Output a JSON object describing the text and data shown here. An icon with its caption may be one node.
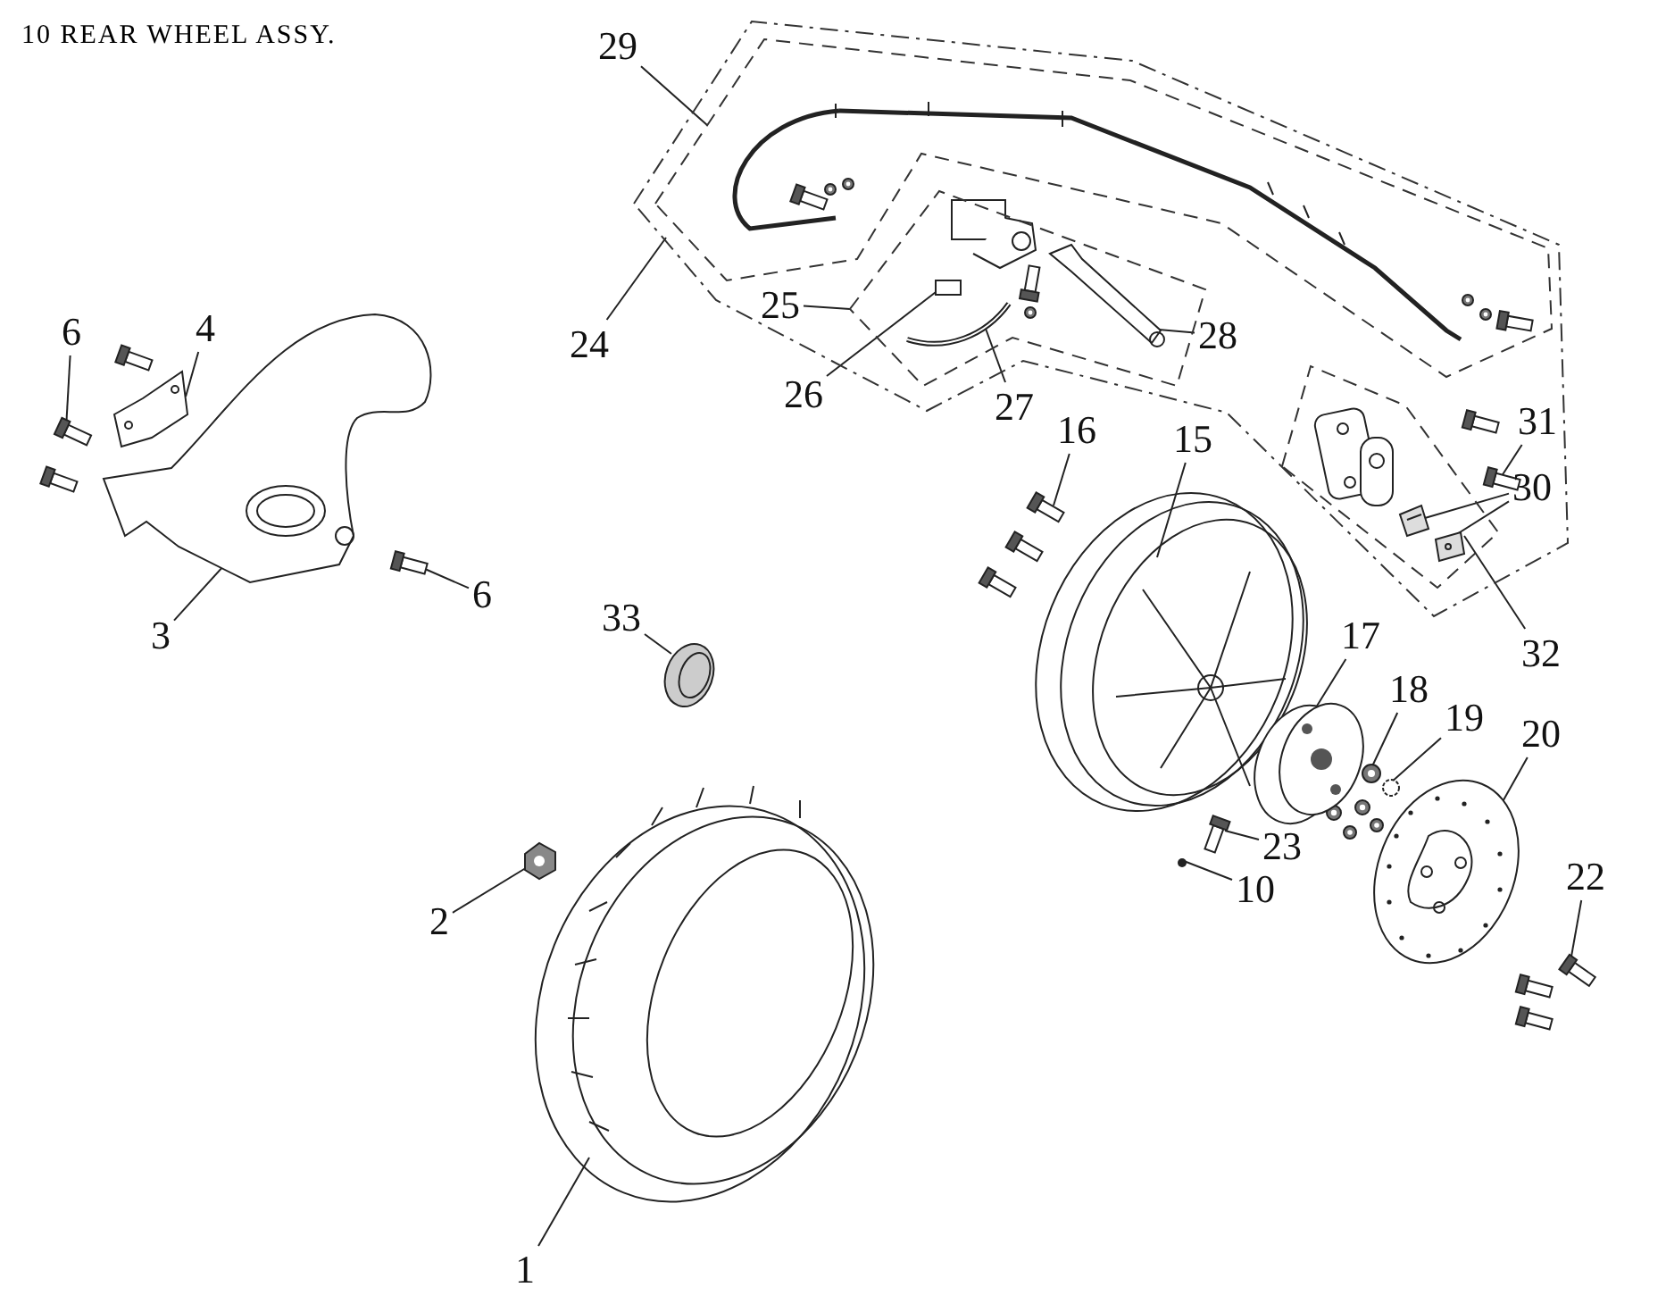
{
  "diagram": {
    "title": "10 REAR WHEEL ASSY.",
    "nodes": [
      {
        "text": [
          "1"
        ]
      },
      {
        "text": [],
        "shape": "picture"
      },
      {
        "text": [
          "2"
        ]
      },
      {
        "text": [],
        "shape": "picture"
      },
      {
        "text": [
          "3"
        ]
      },
      {
        "text": [],
        "shape": "picture"
      },
      {
        "text": [
          "4"
        ]
      },
      {
        "text": [],
        "shape": "picture"
      },
      {
        "text": [
          "6"
        ]
      },
      {
        "text": [],
        "shape": "box"
      },
      {
        "text": [
          "6"
        ]
      },
      {
        "text": [],
        "shape": "box"
      },
      {
        "text": [
          "33"
        ]
      },
      {
        "text": [],
        "shape": "picture"
      },
      {
        "text": [
          "24"
        ]
      },
      {
        "text": [],
        "shape": "box"
      },
      {
        "text": [
          "29"
        ]
      },
      {
        "text": [],
        "shape": "box",
        "in": 15
      },
      {
        "text": [
          "25"
        ],
        "in": 15
      },
      {
        "text": [],
        "shape": "box",
        "in": 15
      },
      {
        "text": [
          "26"
        ]
      },
      {
        "text": [],
        "shape": "box",
        "in": 19
      },
      {
        "text": [
          "27"
        ]
      },
      {
        "text": [],
        "shape": "picture",
        "in": 19
      },
      {
        "text": [
          "28"
        ],
        "in": 15
      },
      {
        "text": [],
        "shape": "picture",
        "in": 19
      },
      {
        "text": [
          "16"
        ]
      },
      {
        "text": [],
        "shape": "box"
      },
      {
        "text": [
          "15"
        ]
      },
      {
        "text": [],
        "shape": "picture"
      },
      {
        "text": [
          "17"
        ]
      },
      {
        "text": [],
        "shape": "picture"
      },
      {
        "text": [
          "18"
        ]
      },
      {
        "text": [],
        "shape": "picture"
      },
      {
        "text": [
          "19"
        ]
      },
      {
        "text": [],
        "shape": "circle"
      },
      {
        "text": [
          "20"
        ]
      },
      {
        "text": [],
        "shape": "picture"
      },
      {
        "text": [
          "22"
        ]
      },
      {
        "text": [],
        "shape": "box"
      },
      {
        "text": [
          "23"
        ]
      },
      {
        "text": [],
        "shape": "box"
      },
      {
        "text": [
          "10"
        ]
      },
      {
        "text": [],
        "shape": "circle"
      },
      {
        "text": [
          "31"
        ],
        "in": 15
      },
      {
        "text": [],
        "shape": "box",
        "in": 15
      },
      {
        "text": [
          "30"
        ],
        "in": 15
      },
      {
        "text": [],
        "shape": "picture",
        "in": 50
      },
      {
        "text": [],
        "shape": "picture",
        "in": 50
      },
      {
        "text": [
          "32"
        ]
      },
      {
        "text": [],
        "shape": "box",
        "in": 15
      }
    ],
    "edges": [
      {
        "from": 0,
        "to": 1,
        "arrow": "none"
      },
      {
        "from": 2,
        "to": 3,
        "arrow": "none"
      },
      {
        "from": 4,
        "to": 5,
        "arrow": "none"
      },
      {
        "from": 6,
        "to": 7,
        "arrow": "none"
      },
      {
        "from": 8,
        "to": 9,
        "arrow": "none"
      },
      {
        "from": 10,
        "to": 11,
        "arrow": "none"
      },
      {
        "from": 12,
        "to": 13,
        "arrow": "none"
      },
      {
        "from": 14,
        "to": 15,
        "arrow": "none"
      },
      {
        "from": 16,
        "to": 17,
        "arrow": "none"
      },
      {
        "from": 18,
        "to": 19,
        "arrow": "none"
      },
      {
        "from": 20,
        "to": 21,
        "arrow": "none"
      },
      {
        "from": 22,
        "to": 23,
        "arrow": "none"
      },
      {
        "from": 24,
        "to": 25,
        "arrow": "none"
      },
      {
        "from": 26,
        "to": 27,
        "arrow": "none"
      },
      {
        "from": 28,
        "to": 29,
        "arrow": "none"
      },
      {
        "from": 30,
        "to": 31,
        "arrow": "none"
      },
      {
        "from": 32,
        "to": 33,
        "arrow": "none"
      },
      {
        "from": 34,
        "to": 35,
        "arrow": "none"
      },
      {
        "from": 36,
        "to": 37,
        "arrow": "none"
      },
      {
        "from": 38,
        "to": 39,
        "arrow": "none"
      },
      {
        "from": 40,
        "to": 41,
        "arrow": "none"
      },
      {
        "from": 42,
        "to": 43,
        "arrow": "none"
      },
      {
        "from": 44,
        "to": 45,
        "arrow": "none"
      },
      {
        "from": 46,
        "to": 47,
        "arrow": "none"
      },
      {
        "from": 46,
        "to": 48,
        "arrow": "none"
      },
      {
        "from": 49,
        "to": 50,
        "arrow": "none"
      }
    ]
  }
}
